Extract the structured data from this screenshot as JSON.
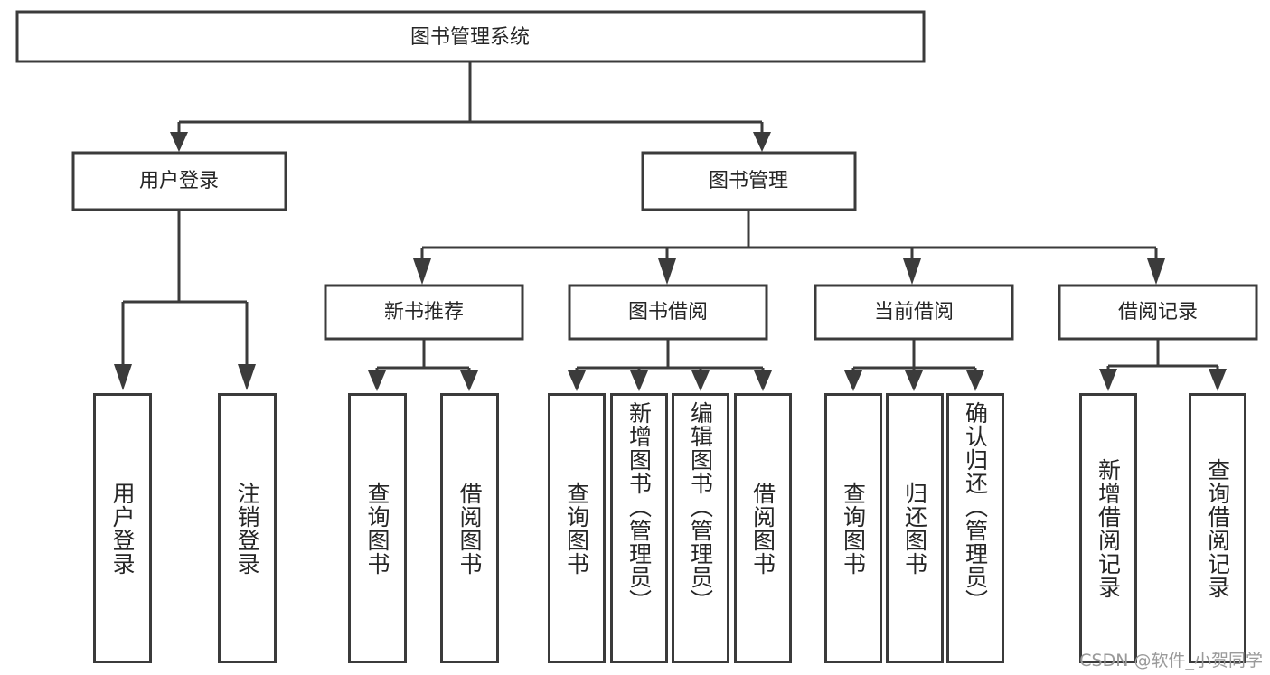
{
  "diagram": {
    "type": "tree",
    "title": "图书管理系统",
    "watermark": "CSDN @软件_小贺同学",
    "colors": {
      "stroke": "#3b3b3b",
      "fill": "#ffffff",
      "text": "#262626",
      "watermark": "#9a9a9a"
    },
    "root": {
      "label": "图书管理系统"
    },
    "level2": [
      {
        "label": "用户登录"
      },
      {
        "label": "图书管理"
      }
    ],
    "level3": [
      {
        "label": "新书推荐"
      },
      {
        "label": "图书借阅"
      },
      {
        "label": "当前借阅"
      },
      {
        "label": "借阅记录"
      }
    ],
    "leaves_user_login": [
      {
        "label": "用户登录"
      },
      {
        "label": "注销登录"
      }
    ],
    "leaves_new_book": [
      {
        "label": "查询图书"
      },
      {
        "label": "借阅图书"
      }
    ],
    "leaves_borrow": [
      {
        "label": "查询图书"
      },
      {
        "label": "新增图书（管理员）"
      },
      {
        "label": "编辑图书（管理员）"
      },
      {
        "label": "借阅图书"
      }
    ],
    "leaves_current": [
      {
        "label": "查询图书"
      },
      {
        "label": "归还图书"
      },
      {
        "label": "确认归还（管理员）"
      }
    ],
    "leaves_records": [
      {
        "label": "新增借阅记录"
      },
      {
        "label": "查询借阅记录"
      }
    ]
  }
}
